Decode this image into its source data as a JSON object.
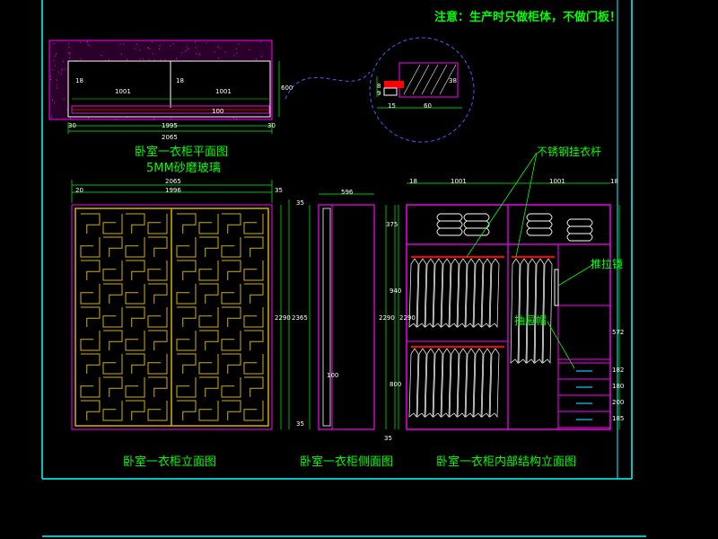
{
  "note": "注意：生产时只做柜体，不做门板！",
  "plan_view": {
    "title": "卧室一衣柜平面图",
    "subtitle": "5MM砂磨玻璃",
    "dims": {
      "overall": "2065",
      "inner": "1995",
      "left_end": "30",
      "right_end": "30",
      "depth": "600",
      "door_left": "1001",
      "door_right": "1001",
      "small_a": "18",
      "small_b": "18",
      "track": "100"
    }
  },
  "detail_circle": {
    "dims": {
      "a": "8",
      "b": "9",
      "c": "15",
      "d": "60",
      "e": "38"
    }
  },
  "front_elevation": {
    "title": "卧室一衣柜立面图",
    "dims": {
      "overall_width": "2065",
      "inner_width": "1996",
      "left": "20",
      "right": "35",
      "height_outer": "2290",
      "height_inner": "2365",
      "bottom": "35"
    }
  },
  "side_elevation": {
    "title": "卧室一衣柜侧面图",
    "dims": {
      "depth": "596",
      "height": "2290",
      "top": "35",
      "bottom": "35",
      "inner": "100"
    }
  },
  "interior_elevation": {
    "title": "卧室一衣柜内部结构立面图",
    "labels": {
      "hanging_rod": "不锈钢挂衣杆",
      "sliding_mirror": "推拉镜",
      "drawers": "抽屉帽"
    },
    "dims": {
      "left_bay": "1001",
      "right_bay": "1001",
      "top": "18",
      "side": "18",
      "h1": "375",
      "h2": "940",
      "h3": "2290",
      "h4": "800",
      "h5": "572",
      "h6": "182",
      "h7": "180",
      "h8": "200",
      "h9": "185"
    }
  },
  "colors": {
    "background": "#000000",
    "frame": "#00ffff",
    "cabinet": "#ff00ff",
    "dimension": "#00ff00",
    "lattice": "#d4b000",
    "white": "#ffffff",
    "red": "#ff0000"
  }
}
